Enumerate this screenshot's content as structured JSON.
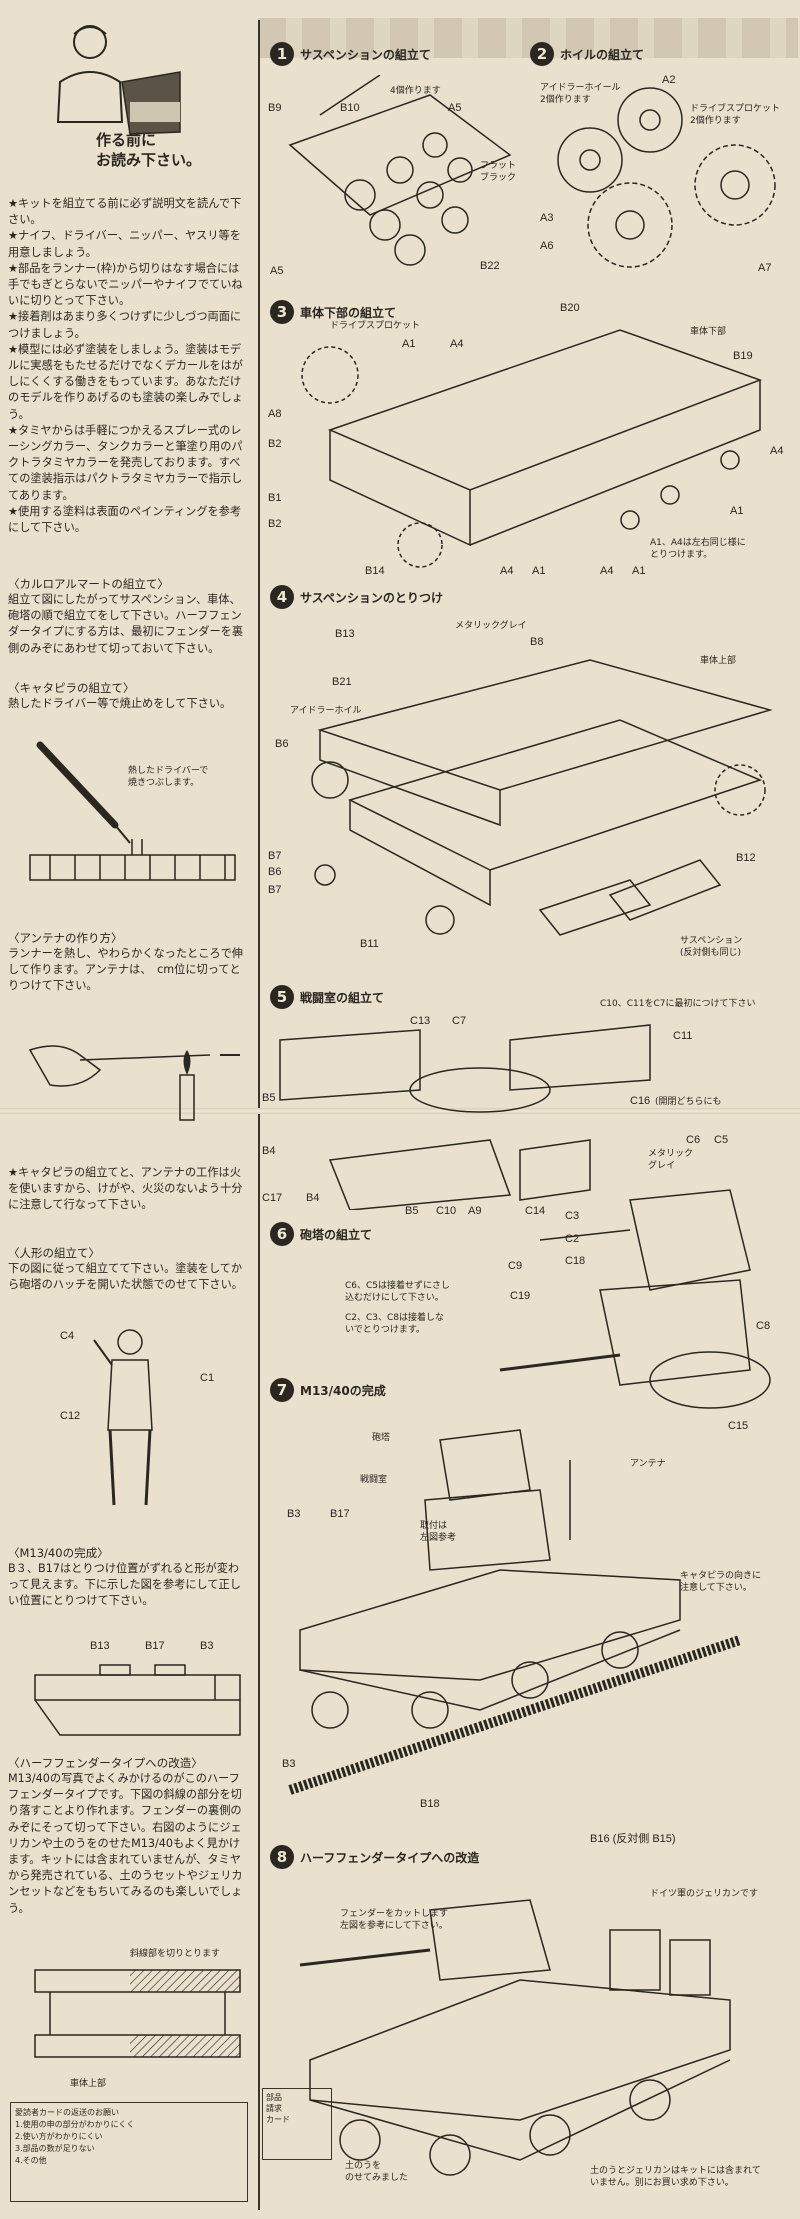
{
  "left": {
    "read_first": [
      "作る前に",
      "お読み下さい。"
    ],
    "tips": [
      "★キットを組立てる前に必ず説明文を読んで下さい。",
      "★ナイフ、ドライバー、ニッパー、ヤスリ等を用意しましょう。",
      "★部品をランナー(枠)から切りはなす場合には手でもぎとらないでニッパーやナイフでていねいに切りとって下さい。",
      "★接着剤はあまり多くつけずに少しづつ両面につけましょう。",
      "★模型には必ず塗装をしましょう。塗装はモデルに実感をもたせるだけでなくデカールをはがしにくくする働きをもっています。あなただけのモデルを作りあげるのも塗装の楽しみでしょう。",
      "★タミヤからは手軽につかえるスプレー式のレーシングカラー、タンクカラーと筆塗り用のパクトラタミヤカラーを発売しております。すべての塗装指示はパクトラタミヤカラーで指示してあります。",
      "★使用する塗料は表面のペインティングを参考にして下さい。"
    ],
    "carro_head": "〈カルロアルマートの組立て〉",
    "carro_text": "組立て図にしたがってサスペンション、車体、砲塔の順で組立てをして下さい。ハーフフェンダータイプにする方は、最初にフェンダーを裏側のみぞにあわせて切っておいて下さい。",
    "track_head": "〈キャタピラの組立て〉",
    "track_text": "熱したドライバー等で焼止めをして下さい。",
    "track_note": [
      "熱したドライバーで",
      "焼きつぶします。"
    ],
    "antenna_head": "〈アンテナの作り方〉",
    "antenna_text": "ランナーを熱し、やわらかくなったところで伸して作ります。アンテナは、　cm位に切ってとりつけて下さい。",
    "fire_text": "★キャタピラの組立てと、アンテナの工作は火を使いますから、けがや、火災のないよう十分に注意して行なって下さい。",
    "figure_head": "〈人形の組立て〉",
    "figure_text": "下の図に従って組立てて下さい。塗装をしてから砲塔のハッチを開いた状態でのせて下さい。",
    "figure_labels": [
      "C4",
      "C1",
      "C12"
    ],
    "m13_head": "〈M13/40の完成〉",
    "m13_text": "B３、B17はとりつけ位置がずれると形が変わって見えます。下に示した図を参考にして正しい位置にとりつけて下さい。",
    "m13_labels": [
      "B13",
      "B17",
      "B3"
    ],
    "half_head": "〈ハーフフェンダータイプへの改造〉",
    "half_text": "M13/40の写真でよくみかけるのがこのハーフフェンダータイプです。下図の斜線の部分を切り落すことより作れます。フェンダーの裏側のみぞにそって切って下さい。右図のようにジェリカンや土のうをのせたM13/40もよく見かけます。キットには含まれていませんが、タミヤから発売されている、土のうセットやジェリカンセットなどをもちいてみるのも楽しいでしょう。",
    "cut_label": "斜線部を切りとります",
    "body_top": "車体上部",
    "notebox": [
      "愛読者カードの返送のお願い",
      "1.使用の申の部分がわかりにくく",
      "2.使い方がわかりにくい",
      "3.部品の数が足りない",
      "4.その他"
    ]
  },
  "steps": [
    {
      "num": "1",
      "title": "サスペンションの組立て"
    },
    {
      "num": "2",
      "title": "ホイルの組立て"
    },
    {
      "num": "3",
      "title": "車体下部の組立て"
    },
    {
      "num": "4",
      "title": "サスペンションのとりつけ"
    },
    {
      "num": "5",
      "title": "戦闘室の組立て"
    },
    {
      "num": "6",
      "title": "砲塔の組立て"
    },
    {
      "num": "7",
      "title": "M13/40の完成"
    },
    {
      "num": "8",
      "title": "ハーフフェンダータイプへの改造"
    }
  ],
  "s1": {
    "make4": "4個作ります",
    "flat_black": [
      "フラット",
      "ブラック"
    ],
    "B9": "B9",
    "B10": "B10",
    "A5a": "A5",
    "A5b": "A5",
    "B22": "B22"
  },
  "s2": {
    "idler": [
      "アイドラーホイール",
      "2個作ります"
    ],
    "sprocket": [
      "ドライブスプロケット",
      "2個作ります"
    ],
    "A2": "A2",
    "A3": "A3",
    "A6": "A6",
    "A7": "A7"
  },
  "s3": {
    "sprocket": "ドライブスプロケット",
    "lower": "車体下部",
    "B20": "B20",
    "A1a": "A1",
    "A4a": "A4",
    "B19": "B19",
    "A8": "A8",
    "B2a": "B2",
    "B1": "B1",
    "B2b": "B2",
    "A4b": "A4",
    "A1b": "A1",
    "B14": "B14",
    "A4c": "A4",
    "A1c": "A1",
    "A4d": "A4",
    "A1d": "A1",
    "note": [
      "A1、A4は左右同じ様に",
      "とりつけます。"
    ]
  },
  "s4": {
    "metal_grey": "メタリックグレイ",
    "upper": "車体上部",
    "idler": "アイドラーホイル",
    "susp": [
      "サスペンション",
      "(反対側も同じ)"
    ],
    "B13": "B13",
    "B8": "B8",
    "B21": "B21",
    "B6a": "B6",
    "B7a": "B7",
    "B6b": "B6",
    "B7b": "B7",
    "B12": "B12",
    "B11": "B11"
  },
  "s5": {
    "note": "C10、C11をC7に最初につけて下さい",
    "C13": "C13",
    "C7": "C7",
    "C11": "C11",
    "B5a": "B5",
    "C16": "C16",
    "C16note": "(開閉どちらにも",
    "B4": "B4",
    "C17": "C17",
    "B4b": "B4",
    "B5b": "B5",
    "C10": "C10",
    "A9": "A9",
    "C14": "C14"
  },
  "s6": {
    "note1": [
      "C6、C5は接着せずにさし",
      "込むだけにして下さい。"
    ],
    "note2": [
      "C2、C3、C8は接着しな",
      "いでとりつけます。"
    ],
    "metal_grey": [
      "メタリック",
      "グレイ"
    ],
    "C6": "C6",
    "C5": "C5",
    "C3": "C3",
    "C2": "C2",
    "C18": "C18",
    "C9": "C9",
    "C19": "C19",
    "C8": "C8",
    "C15": "C15"
  },
  "s7": {
    "turret": "砲塔",
    "fighting": "戦闘室",
    "antenna": "アンテナ",
    "attach": [
      "取付は",
      "左図参考"
    ],
    "track_dir": [
      "キャタピラの向きに",
      "注意して下さい。"
    ],
    "B3a": "B3",
    "B17": "B17",
    "B3b": "B3",
    "B18": "B18",
    "B16": "B16 (反対側 B15)"
  },
  "s8": {
    "cut": [
      "フェンダーをカットします",
      "左図を参考にして下さい。"
    ],
    "jerrican": "ドイツ軍のジェリカンです",
    "sandbag": [
      "土のうを",
      "のせてみました"
    ],
    "not_included": [
      "土のうとジェリカンはキットには含まれて",
      "いません。別にお買い求め下さい。"
    ]
  },
  "stamp": [
    "部品",
    "請求",
    "カード"
  ],
  "colors": {
    "ink": "#2a2620",
    "paper": "#e9e0cd"
  }
}
